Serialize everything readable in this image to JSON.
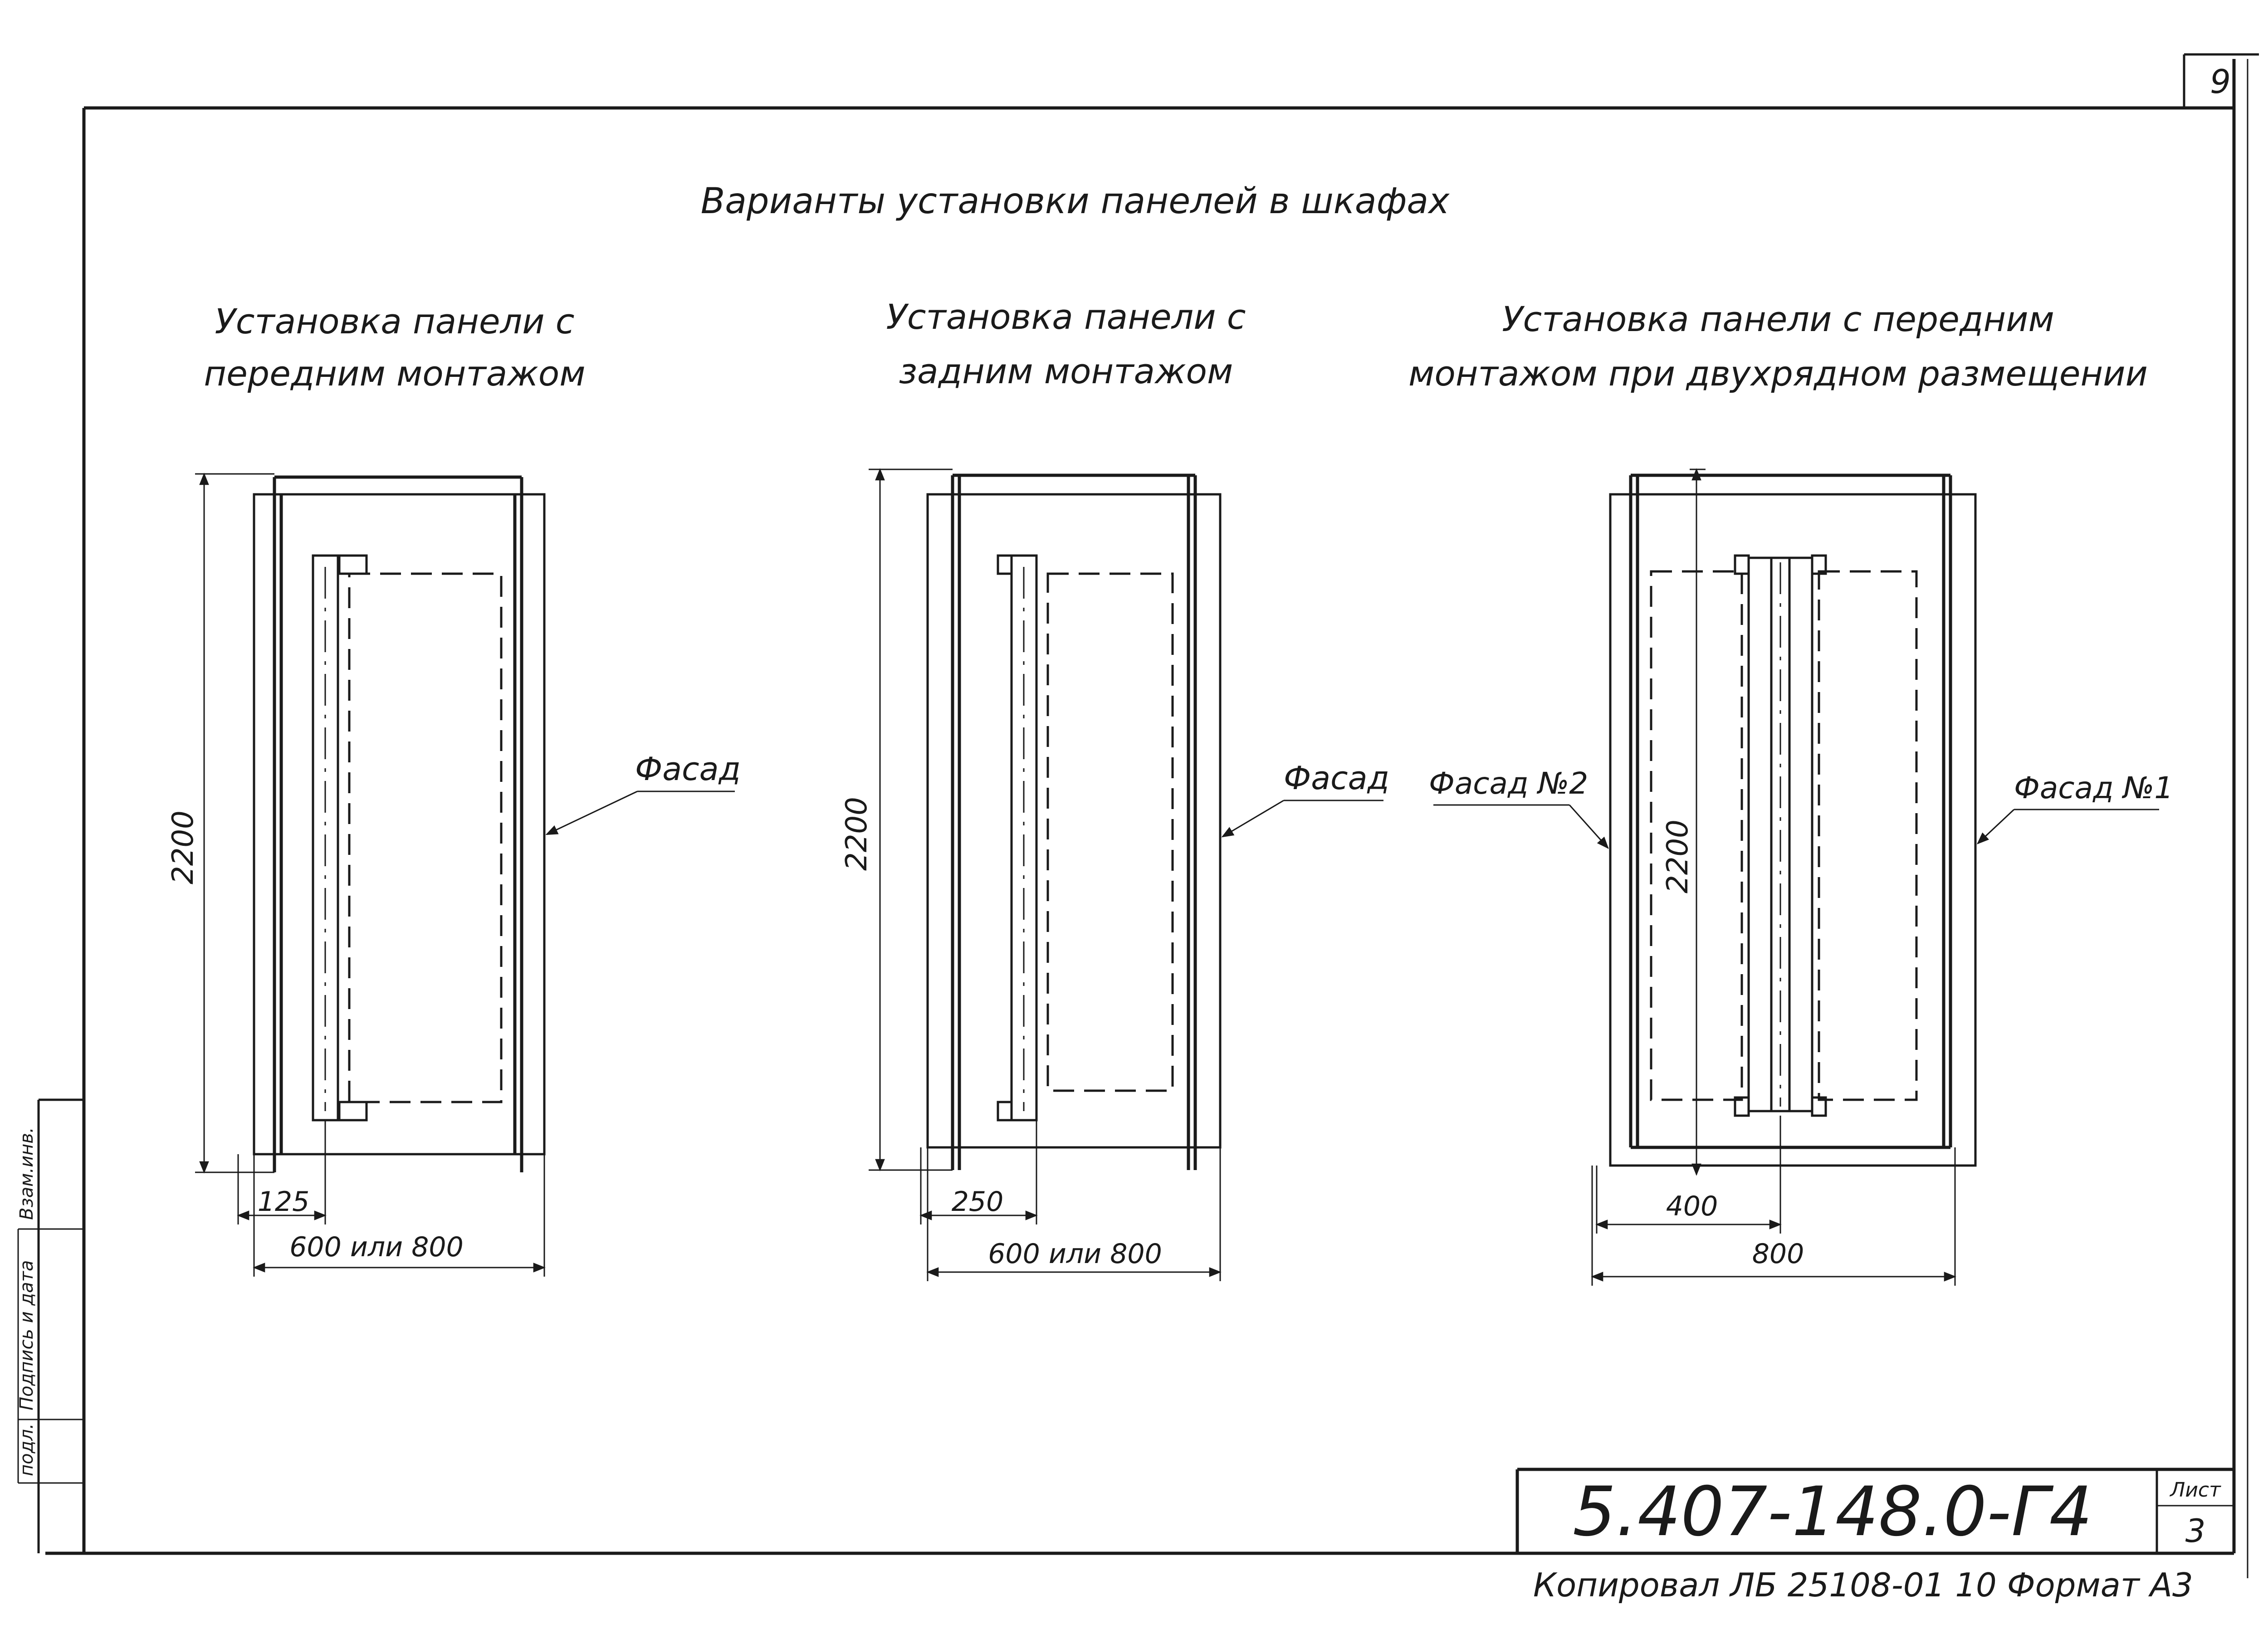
{
  "sheet": {
    "page_number": "9",
    "title": "Варианты установки панелей в шкафах",
    "designation": "5.407-148.0-Г4",
    "sheet_label": "Лист",
    "sheet_number": "3",
    "footer": "Копировал ЛБ 25108-01 10 Формат А3"
  },
  "side_stamp": {
    "cell_1": "Взам.инв.",
    "cell_2": "Подпись и дата",
    "cell_3": "подл."
  },
  "variants": [
    {
      "title_line1": "Установка панели с",
      "title_line2": "передним монтажом",
      "height": "2200",
      "offset": "125",
      "width": "600 или 800",
      "facade": "Фасад"
    },
    {
      "title_line1": "Установка панели с",
      "title_line2": "задним монтажом",
      "height": "2200",
      "offset": "250",
      "width": "600 или 800",
      "facade": "Фасад"
    },
    {
      "title_line1": "Установка панели с передним",
      "title_line2": "монтажом при двухрядном размещении",
      "height": "2200",
      "offset": "400",
      "width": "800",
      "facade_left": "Фасад №2",
      "facade_right": "Фасад №1"
    }
  ]
}
